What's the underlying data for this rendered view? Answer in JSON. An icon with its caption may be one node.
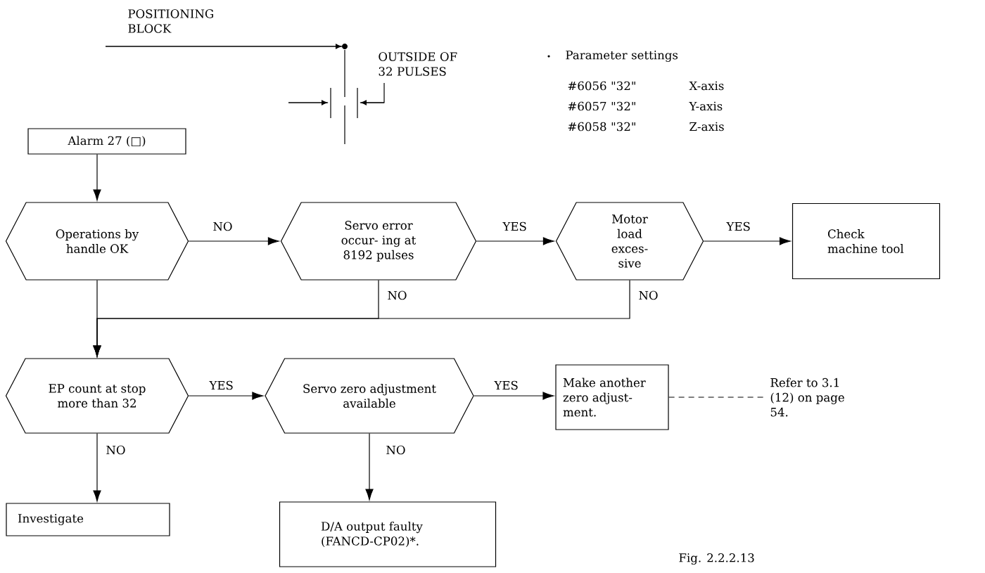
{
  "diagram": {
    "caption": "Fig. 2.2.2.13",
    "nodes": [
      {
        "text": [
          "Alarm 27 (□)"
        ]
      },
      {
        "text": [
          "Operations by handle OK"
        ]
      },
      {
        "text": [
          "Servo error occur- ing at 8192 pulses"
        ]
      },
      {
        "text": [
          "Motor load exces- sive"
        ]
      },
      {
        "text": [
          "Check machine tool"
        ]
      },
      {
        "text": [
          "EP count at stop more than 32"
        ]
      },
      {
        "text": [
          "Servo zero adjustment available"
        ]
      },
      {
        "text": [
          "Make another zero adjust- ment."
        ]
      },
      {
        "text": [
          "Refer to 3.1 (12) on page 54."
        ]
      },
      {
        "text": [
          "Investigate"
        ]
      },
      {
        "text": [
          "D/A output faulty (FANCD-CP02)*."
        ]
      }
    ],
    "edges": [
      {
        "from": 0,
        "to": 1,
        "arrow": "to"
      },
      {
        "from": 1,
        "to": 2,
        "arrow": "to",
        "label": "NO"
      },
      {
        "from": 2,
        "to": 3,
        "arrow": "to",
        "label": "YES"
      },
      {
        "from": 3,
        "to": 4,
        "arrow": "to",
        "label": "YES"
      },
      {
        "from": 1,
        "to": 5,
        "arrow": "to"
      },
      {
        "from": 2,
        "to": 5,
        "arrow": "to",
        "label": "NO"
      },
      {
        "from": 3,
        "to": 5,
        "arrow": "to",
        "label": "NO"
      },
      {
        "from": 5,
        "to": 6,
        "arrow": "to",
        "label": "YES"
      },
      {
        "from": 6,
        "to": 7,
        "arrow": "to",
        "label": "YES"
      },
      {
        "from": 7,
        "to": 8,
        "arrow": "none",
        "style": "dashed"
      },
      {
        "from": 5,
        "to": 9,
        "arrow": "to",
        "label": "NO"
      },
      {
        "from": 6,
        "to": 10,
        "arrow": "to",
        "label": "NO"
      }
    ],
    "labels": [
      "POSITIONING BLOCK",
      "OUTSIDE OF 32 PULSES",
      "Parameter settings",
      "#6056 \"32\"",
      "X-axis",
      "#6057 \"32\"",
      "Y-axis",
      "#6058 \"32\"",
      "Z-axis"
    ]
  }
}
